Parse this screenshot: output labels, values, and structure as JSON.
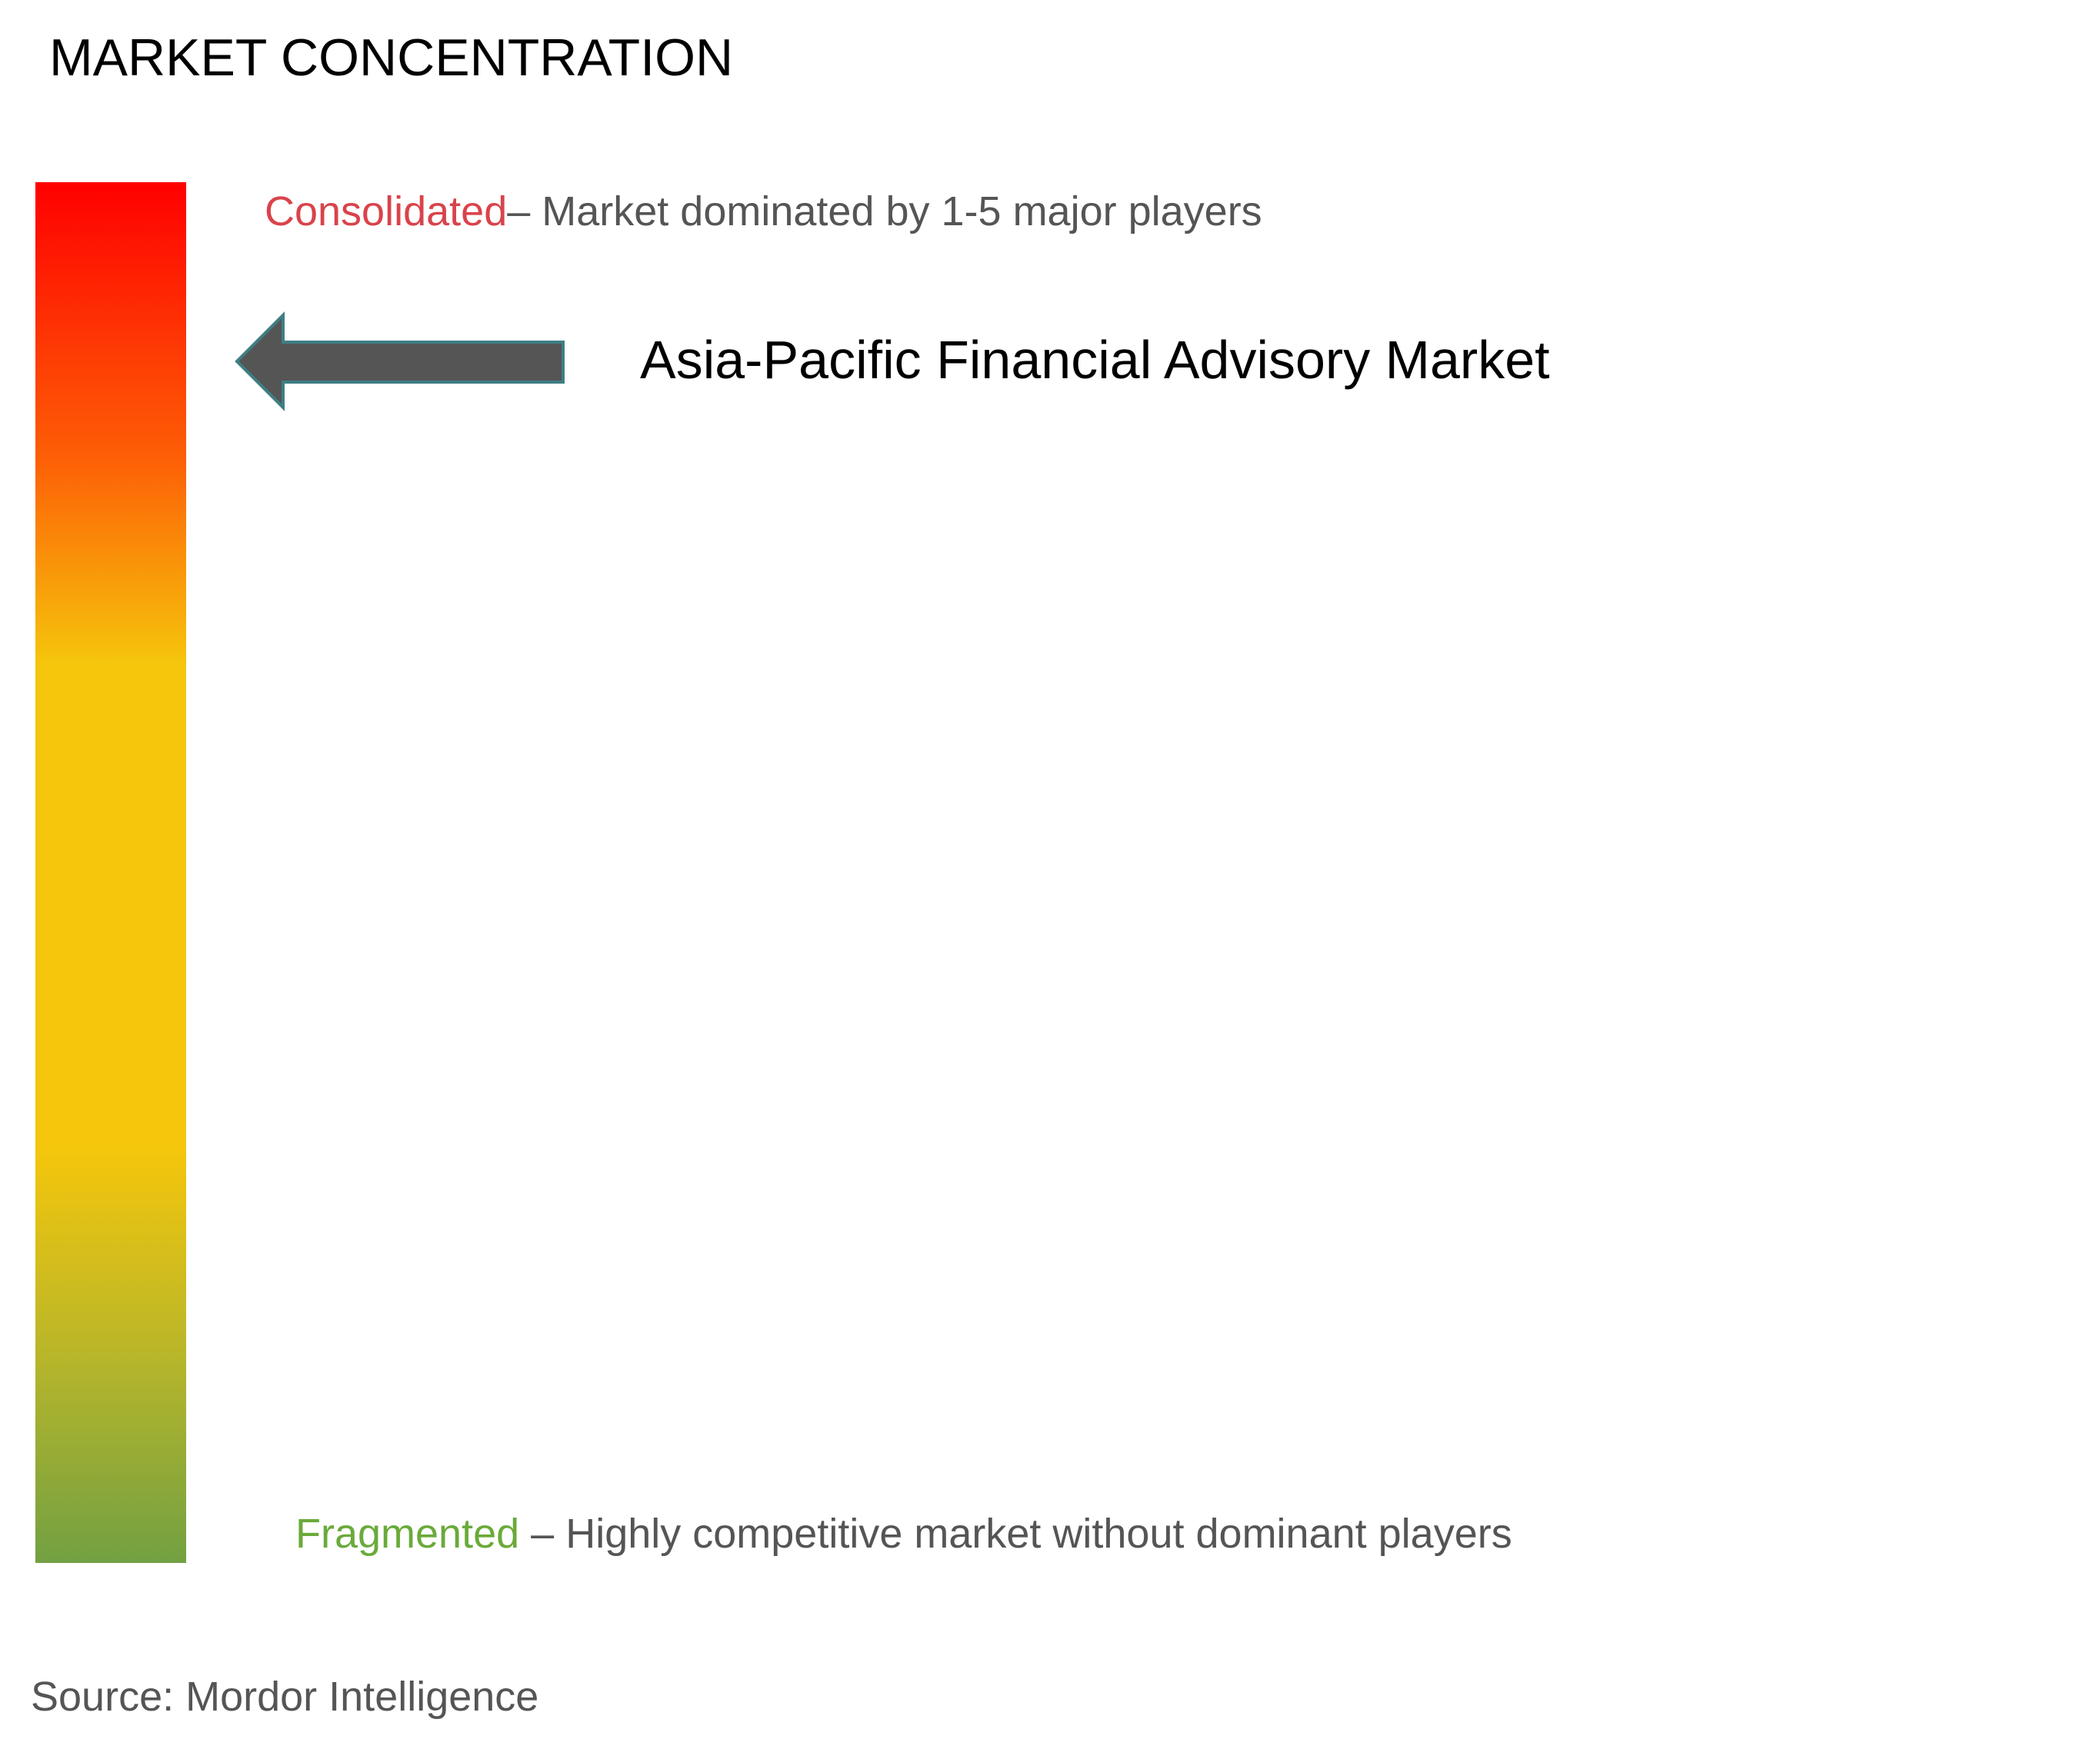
{
  "title": "MARKET CONCENTRATION",
  "consolidated": {
    "label": "Consolidated",
    "description": "– Market dominated by 1-5 major players",
    "label_color": "#d9434b"
  },
  "fragmented": {
    "label": "Fragmented",
    "description": " – Highly competitive market without dominant players",
    "label_color": "#6aaa3a"
  },
  "description_color": "#555555",
  "marker": {
    "market_name": "Asia-Pacific Financial Advisory Market",
    "icon": "left-arrow-icon",
    "arrow_fill": "#555555",
    "arrow_stroke": "#3e7e83"
  },
  "scale_colors": {
    "top": "#ff0000",
    "upper": "#ff6a00",
    "middle": "#f5c60c",
    "bottom": "#72a042"
  },
  "source": "Source: Mordor Intelligence",
  "chart_data": {
    "type": "gauge",
    "scale_top_label": "Consolidated",
    "scale_bottom_label": "Fragmented",
    "highlighted_market": "Asia-Pacific Financial Advisory Market",
    "position_from_fragmented": 0.87
  }
}
